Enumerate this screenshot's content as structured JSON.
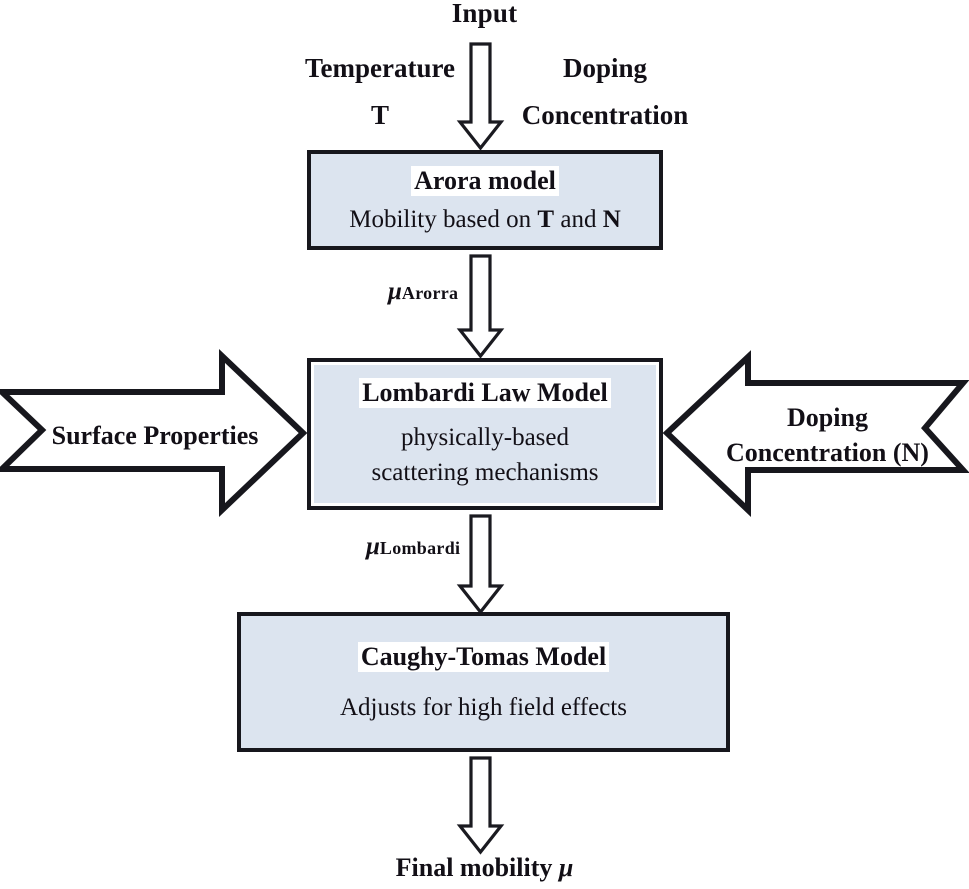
{
  "figure": {
    "type": "flowchart",
    "title": "Mobility model flow",
    "background_color": "#ffffff",
    "box_fill_color": "#dce4ef",
    "box_border_color": "#17171d",
    "text_color": "#120f16"
  },
  "inputs": {
    "header": "Input",
    "left_line1": "Temperature",
    "left_line2": "T",
    "right_line1": "Doping",
    "right_line2": "Concentration"
  },
  "boxes": {
    "arora": {
      "title": "Arora model",
      "desc_prefix": "Mobility based on ",
      "desc_var1": "T",
      "desc_middle": " and ",
      "desc_var2": "N"
    },
    "lombardi": {
      "title": "Lombardi Law Model",
      "desc_line1": "physically-based",
      "desc_line2": "scattering mechanisms"
    },
    "caughy": {
      "title": "Caughy-Tomas Model",
      "desc": "Adjusts for high field effects"
    }
  },
  "edges": {
    "arora_out": {
      "symbol": "μ",
      "subscript": "Arorra"
    },
    "lombardi_out": {
      "symbol": "μ",
      "subscript": "Lombardi"
    }
  },
  "side_inputs": {
    "left": {
      "label": "Surface Properties",
      "direction": "right"
    },
    "right": {
      "line1": "Doping",
      "line2": "Concentration (N)",
      "direction": "left"
    }
  },
  "output": {
    "label": "Final mobility ",
    "symbol": "μ"
  }
}
